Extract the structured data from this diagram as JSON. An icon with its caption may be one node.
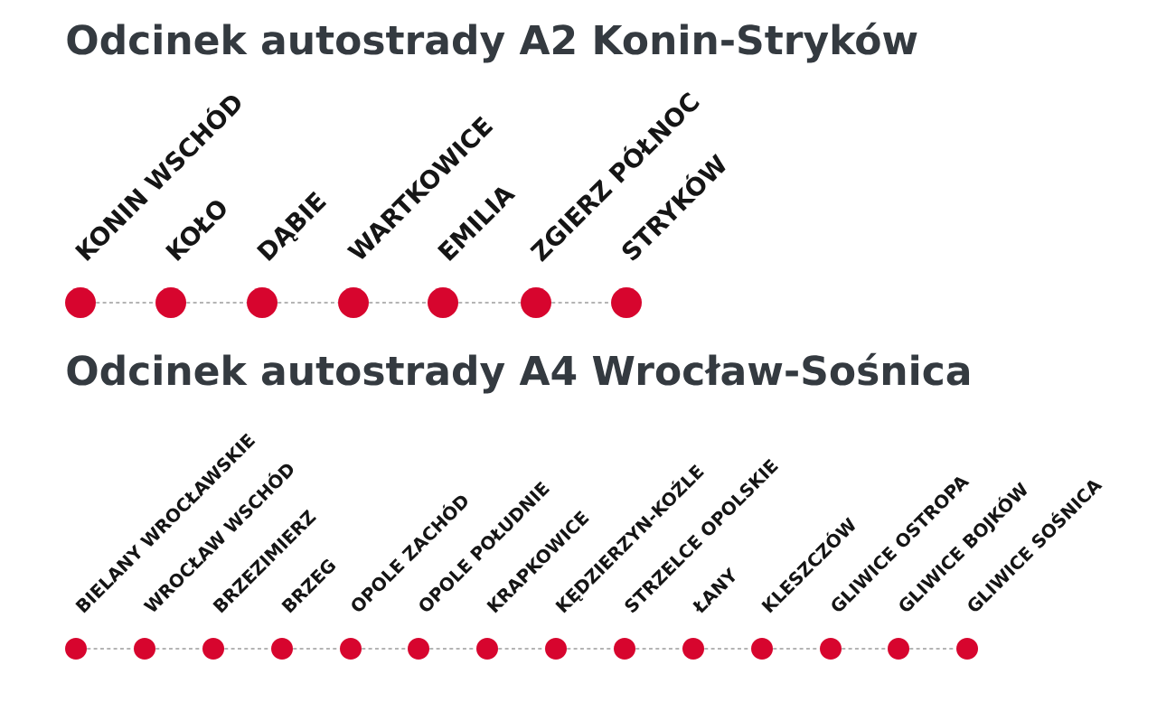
{
  "diagram": {
    "labels": [
      "Odcinek autostrady A2 Konin-Stryków",
      "Odcinek autostrady A4 Wrocław-Sośnica"
    ],
    "nodes": [
      {
        "text": [],
        "shape": "circle",
        "beside": [
          "KONIN WSCHÓD"
        ]
      },
      {
        "text": [],
        "shape": "circle",
        "beside": [
          "KOŁO"
        ]
      },
      {
        "text": [],
        "shape": "circle",
        "beside": [
          "DĄBIE"
        ]
      },
      {
        "text": [],
        "shape": "circle",
        "beside": [
          "WARTKOWICE"
        ]
      },
      {
        "text": [],
        "shape": "circle",
        "beside": [
          "EMILIA"
        ]
      },
      {
        "text": [],
        "shape": "circle",
        "beside": [
          "ZGIERZ PÓŁNOC"
        ]
      },
      {
        "text": [],
        "shape": "circle",
        "beside": [
          "STRYKÓW"
        ]
      },
      {
        "text": [],
        "shape": "circle",
        "beside": [
          "BIELANY WROCŁAWSKIE"
        ]
      },
      {
        "text": [],
        "shape": "circle",
        "beside": [
          "WROCŁAW WSCHÓD"
        ]
      },
      {
        "text": [],
        "shape": "circle",
        "beside": [
          "BRZEZIMIERZ"
        ]
      },
      {
        "text": [],
        "shape": "circle",
        "beside": [
          "BRZEG"
        ]
      },
      {
        "text": [],
        "shape": "circle",
        "beside": [
          "OPOLE ZACHÓD"
        ]
      },
      {
        "text": [],
        "shape": "circle",
        "beside": [
          "OPOLE POŁUDNIE"
        ]
      },
      {
        "text": [],
        "shape": "circle",
        "beside": [
          "KRAPKOWICE"
        ]
      },
      {
        "text": [],
        "shape": "circle",
        "beside": [
          "KĘDZIERZYN-KOŹLE"
        ]
      },
      {
        "text": [],
        "shape": "circle",
        "beside": [
          "STRZELCE OPOLSKIE"
        ]
      },
      {
        "text": [],
        "shape": "circle",
        "beside": [
          "ŁANY"
        ]
      },
      {
        "text": [],
        "shape": "circle",
        "beside": [
          "KLESZCZÓW"
        ]
      },
      {
        "text": [],
        "shape": "circle",
        "beside": [
          "GLIWICE OSTROPA"
        ]
      },
      {
        "text": [],
        "shape": "circle",
        "beside": [
          "GLIWICE BOJKÓW"
        ]
      },
      {
        "text": [],
        "shape": "circle",
        "beside": [
          "GLIWICE SOŚNICA"
        ]
      }
    ],
    "edges": [
      {
        "from": 0,
        "to": 1,
        "arrow": "none",
        "style": "dashed"
      },
      {
        "from": 1,
        "to": 2,
        "arrow": "none",
        "style": "dashed"
      },
      {
        "from": 2,
        "to": 3,
        "arrow": "none",
        "style": "dashed"
      },
      {
        "from": 3,
        "to": 4,
        "arrow": "none",
        "style": "dashed"
      },
      {
        "from": 4,
        "to": 5,
        "arrow": "none",
        "style": "dashed"
      },
      {
        "from": 5,
        "to": 6,
        "arrow": "none",
        "style": "dashed"
      },
      {
        "from": 7,
        "to": 8,
        "arrow": "none",
        "style": "dashed"
      },
      {
        "from": 8,
        "to": 9,
        "arrow": "none",
        "style": "dashed"
      },
      {
        "from": 9,
        "to": 10,
        "arrow": "none",
        "style": "dashed"
      },
      {
        "from": 10,
        "to": 11,
        "arrow": "none",
        "style": "dashed"
      },
      {
        "from": 11,
        "to": 12,
        "arrow": "none",
        "style": "dashed"
      },
      {
        "from": 12,
        "to": 13,
        "arrow": "none",
        "style": "dashed"
      },
      {
        "from": 13,
        "to": 14,
        "arrow": "none",
        "style": "dashed"
      },
      {
        "from": 14,
        "to": 15,
        "arrow": "none",
        "style": "dashed"
      },
      {
        "from": 15,
        "to": 16,
        "arrow": "none",
        "style": "dashed"
      },
      {
        "from": 16,
        "to": 17,
        "arrow": "none",
        "style": "dashed"
      },
      {
        "from": 17,
        "to": 18,
        "arrow": "none",
        "style": "dashed"
      },
      {
        "from": 18,
        "to": 19,
        "arrow": "none",
        "style": "dashed"
      },
      {
        "from": 19,
        "to": 20,
        "arrow": "none",
        "style": "dashed"
      }
    ]
  }
}
